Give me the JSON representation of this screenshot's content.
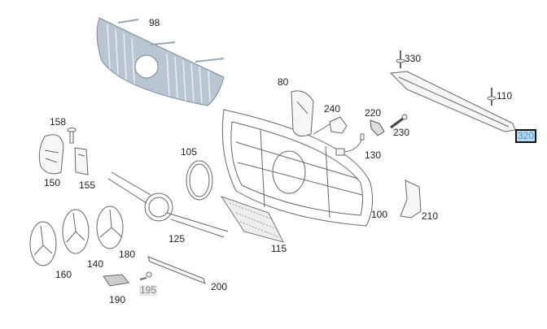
{
  "diagram": {
    "highlight_color": "#b8ddf2",
    "selected_part": "320",
    "dimmed_part": "195",
    "parts": [
      {
        "id": "98"
      },
      {
        "id": "158"
      },
      {
        "id": "150"
      },
      {
        "id": "155"
      },
      {
        "id": "105"
      },
      {
        "id": "80"
      },
      {
        "id": "240"
      },
      {
        "id": "220"
      },
      {
        "id": "230"
      },
      {
        "id": "130"
      },
      {
        "id": "330"
      },
      {
        "id": "110"
      },
      {
        "id": "320"
      },
      {
        "id": "100"
      },
      {
        "id": "210"
      },
      {
        "id": "115"
      },
      {
        "id": "125"
      },
      {
        "id": "180"
      },
      {
        "id": "140"
      },
      {
        "id": "160"
      },
      {
        "id": "190"
      },
      {
        "id": "195"
      },
      {
        "id": "200"
      }
    ]
  }
}
